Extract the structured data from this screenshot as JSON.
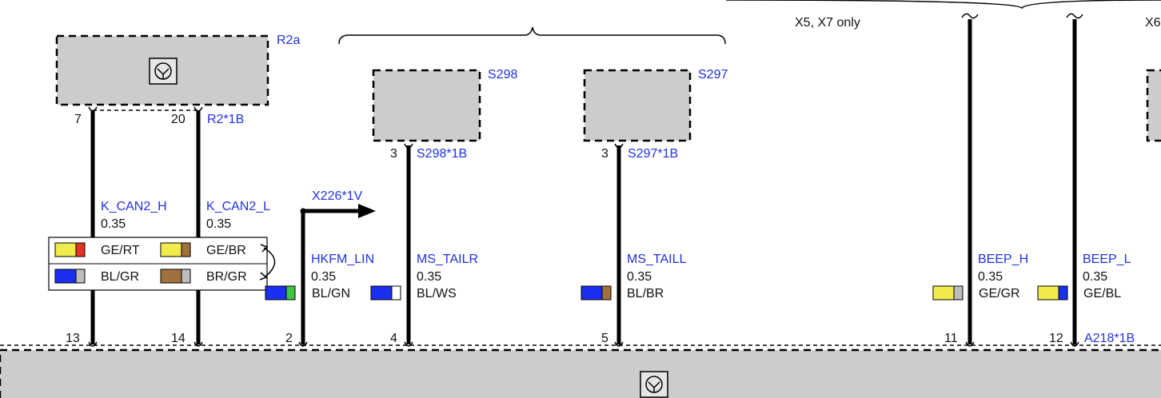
{
  "top_labels": {
    "variant_x5x7": "X5, X7 only",
    "variant_x6": "X6"
  },
  "components": {
    "r2a": {
      "label": "R2a",
      "connector": "R2*1B",
      "pin_left": "7",
      "pin_right": "20"
    },
    "s298": {
      "label": "S298",
      "connector": "S298*1B",
      "pin": "3"
    },
    "s297": {
      "label": "S297",
      "connector": "S297*1B",
      "pin": "3"
    },
    "a218": {
      "connector": "A218*1B"
    }
  },
  "branch": {
    "label": "X226*1V"
  },
  "wires": [
    {
      "id": "k-can2-h",
      "signal": "K_CAN2_H",
      "gauge": "0.35",
      "pin": "13",
      "colors": [
        "#f0ea4a",
        "#e53225"
      ],
      "color_code": "GE/RT"
    },
    {
      "id": "k-can2-l",
      "signal": "K_CAN2_L",
      "gauge": "0.35",
      "pin": "14",
      "colors": [
        "#f0ea4a",
        "#a0703d"
      ],
      "color_code": "GE/BR"
    },
    {
      "id": "hkfm-lin",
      "signal": "HKFM_LIN",
      "gauge": "0.35",
      "pin": "2",
      "colors": [
        "#1a2ff0",
        "#3ec43e"
      ],
      "color_code": "BL/GN"
    },
    {
      "id": "ms-tailr",
      "signal": "MS_TAILR",
      "gauge": "0.35",
      "pin": "4",
      "colors": [
        "#1a2ff0",
        "#ffffff"
      ],
      "color_code": "BL/WS"
    },
    {
      "id": "ms-taill",
      "signal": "MS_TAILL",
      "gauge": "0.35",
      "pin": "5",
      "colors": [
        "#1a2ff0",
        "#a0703d"
      ],
      "color_code": "BL/BR"
    },
    {
      "id": "beep-h",
      "signal": "BEEP_H",
      "gauge": "0.35",
      "pin": "11",
      "colors": [
        "#f0ea4a",
        "#bdbdbd"
      ],
      "color_code": "GE/GR"
    },
    {
      "id": "beep-l",
      "signal": "BEEP_L",
      "gauge": "0.35",
      "pin": "12",
      "colors": [
        "#f0ea4a",
        "#1a2ff0"
      ],
      "color_code": "GE/BL"
    }
  ],
  "twisted_pair_alt": [
    {
      "colors": [
        "#1a2ff0",
        "#bdbdbd"
      ],
      "color_code": "BL/GR"
    },
    {
      "colors": [
        "#a0703d",
        "#bdbdbd"
      ],
      "color_code": "BR/GR"
    }
  ],
  "icons": [
    "ground-symbol-icon",
    "swap-arrow-icon",
    "arrow-right-icon",
    "wave-break-icon"
  ]
}
